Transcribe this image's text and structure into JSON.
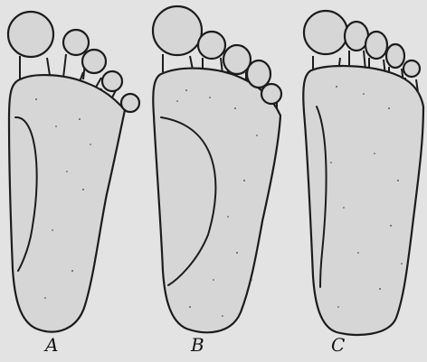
{
  "labels": {
    "a": "A",
    "b": "B",
    "c": "C"
  },
  "colors": {
    "paper": "#e3e3e3",
    "sole_fill": "#d6d6d6",
    "ink": "#1c1c1c"
  }
}
